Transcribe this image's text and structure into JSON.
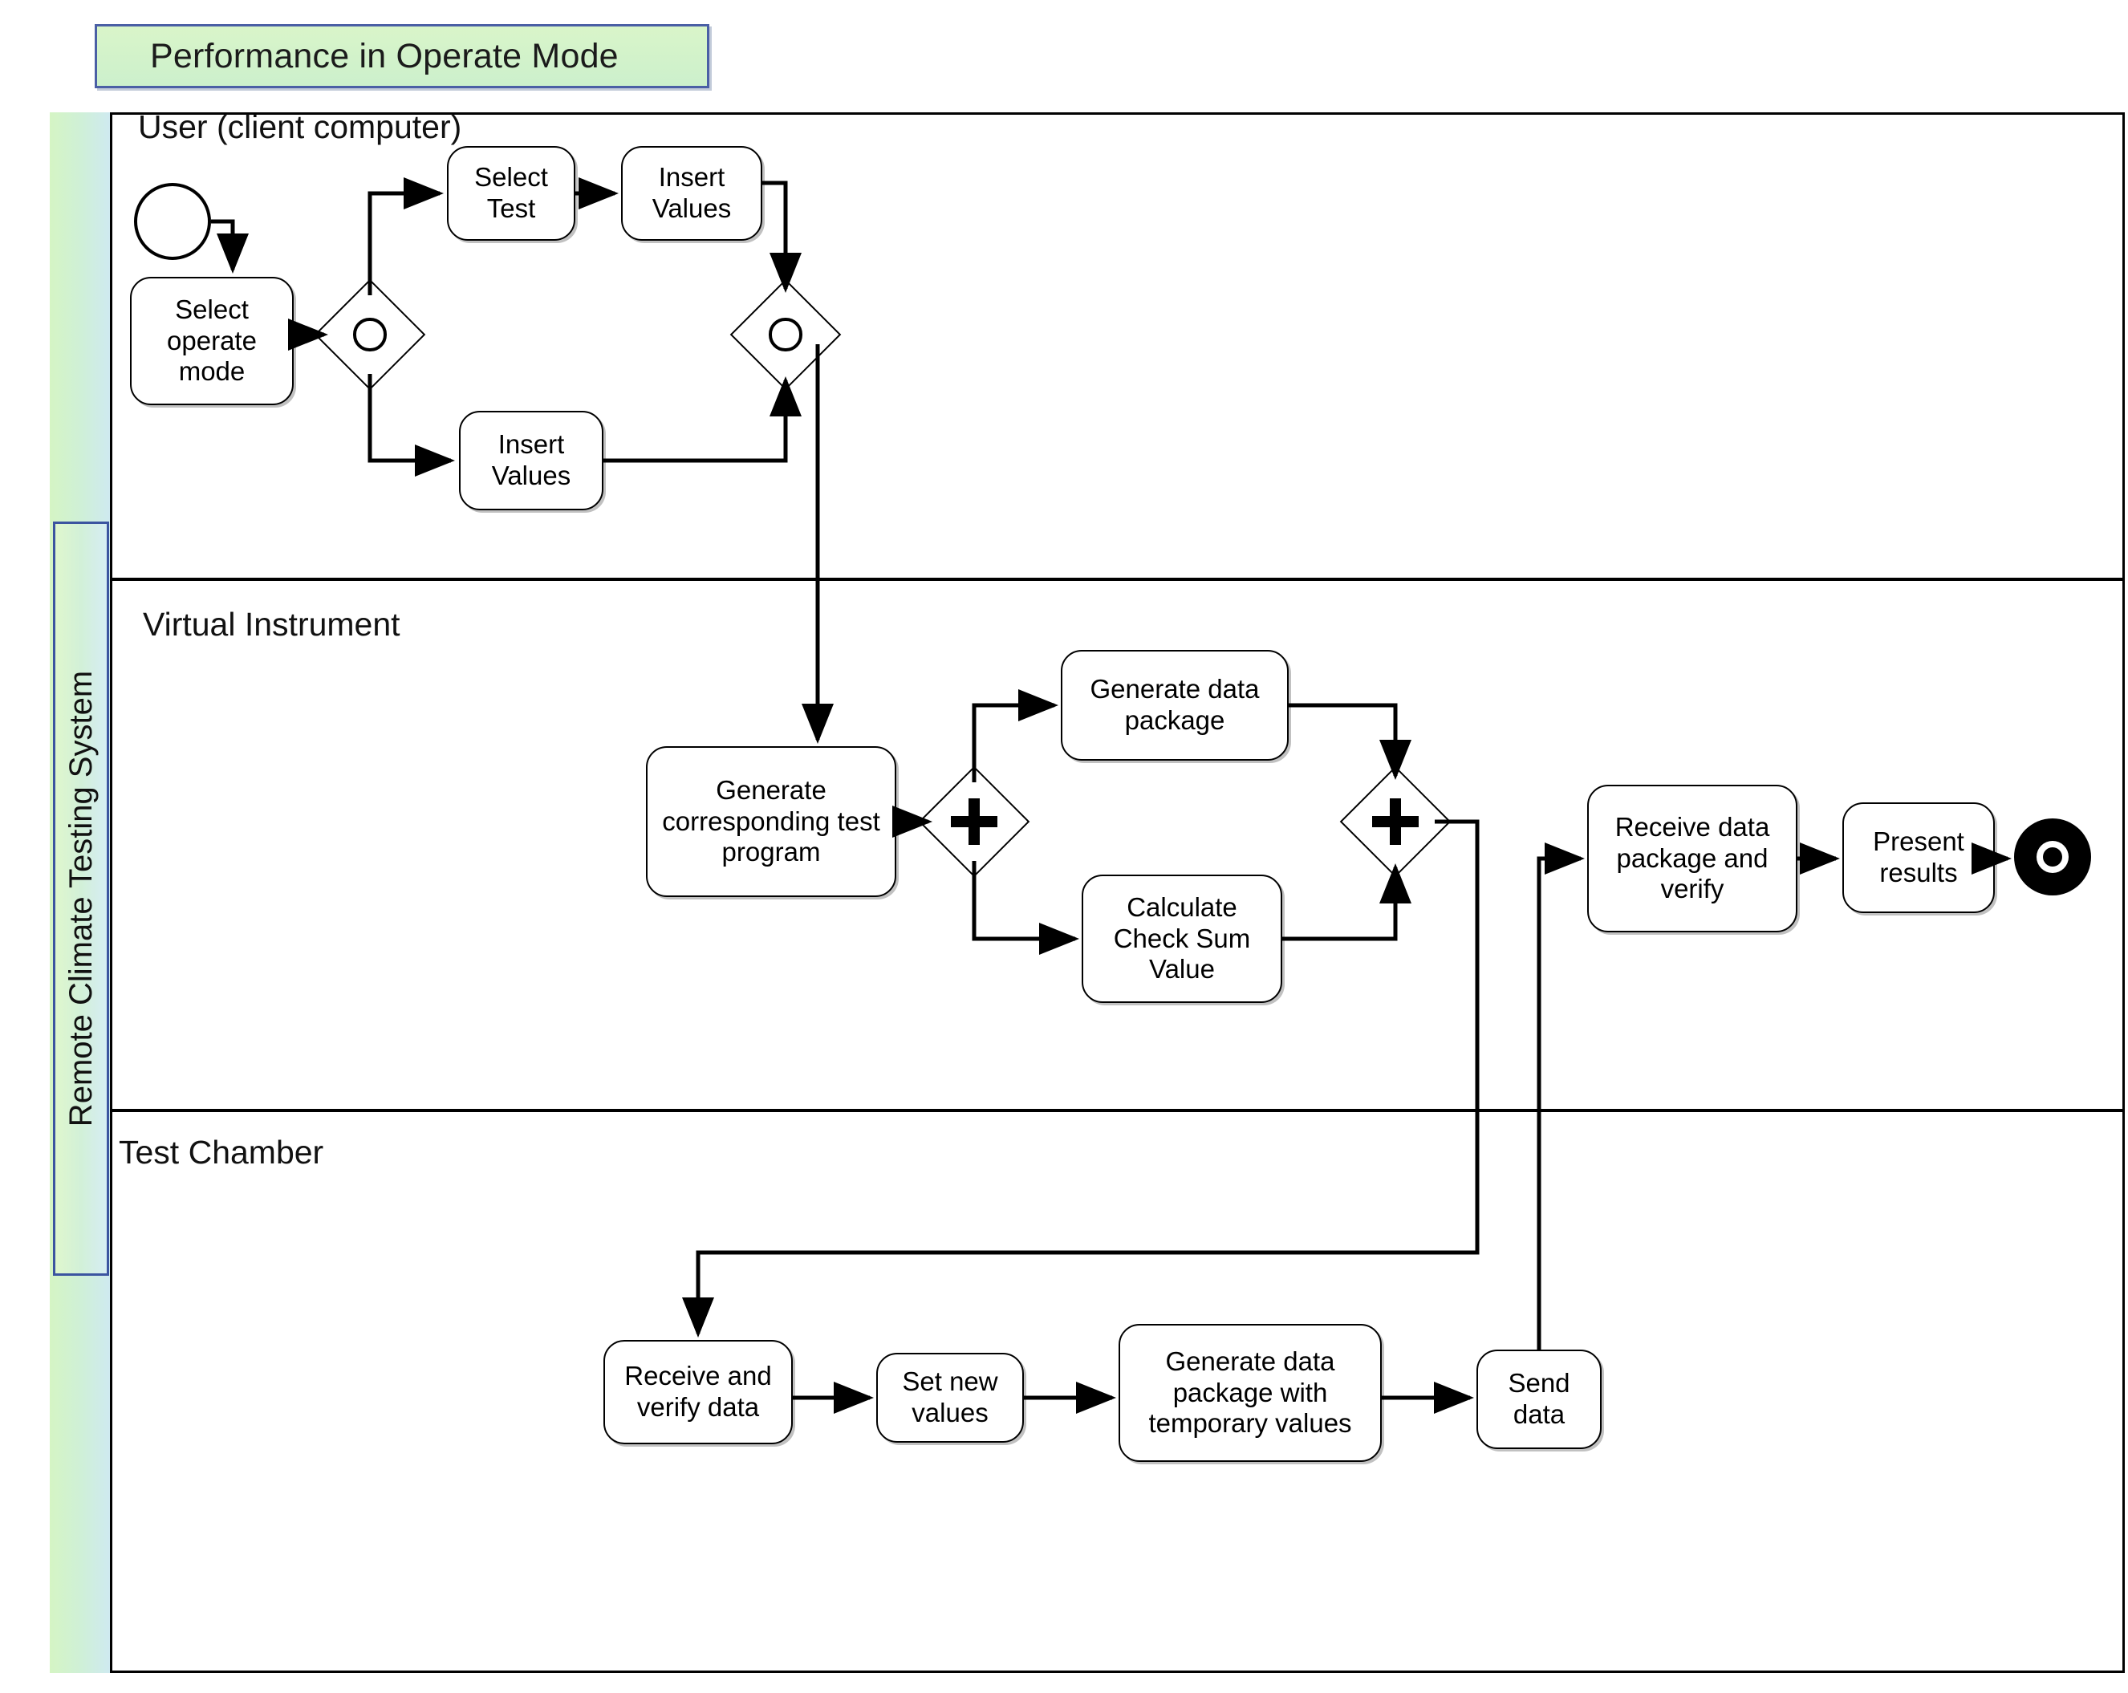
{
  "title": {
    "text": "Performance in Operate Mode"
  },
  "pool": {
    "label": "Remote Climate Testing System"
  },
  "lanes": [
    {
      "id": "user",
      "label": "User (client computer)"
    },
    {
      "id": "vi",
      "label": "Virtual Instrument"
    },
    {
      "id": "chamber",
      "label": "Test Chamber"
    }
  ],
  "events": {
    "start": {
      "name": "start-event",
      "label": ""
    },
    "end": {
      "name": "end-event",
      "label": ""
    }
  },
  "gateways": [
    {
      "id": "gw-split-user",
      "type": "or",
      "symbol": "circle",
      "lane": "user"
    },
    {
      "id": "gw-join-user",
      "type": "or",
      "symbol": "circle",
      "lane": "user"
    },
    {
      "id": "gw-split-vi",
      "type": "and",
      "symbol": "plus",
      "lane": "vi"
    },
    {
      "id": "gw-join-vi",
      "type": "and",
      "symbol": "plus",
      "lane": "vi"
    }
  ],
  "tasks": {
    "select_operate_mode": "Select operate mode",
    "select_test": "Select Test",
    "insert_values_top": "Insert Values",
    "insert_values_bottom": "Insert Values",
    "generate_test_program": "Generate corresponding test program",
    "generate_data_package": "Generate data package",
    "calculate_check_sum": "Calculate Check Sum Value",
    "receive_verify_package": "Receive data package and verify",
    "present_results": "Present results",
    "receive_verify_data": "Receive and verify data",
    "set_new_values": "Set new values",
    "generate_data_package_temp": "Generate data package with temporary values",
    "send_data": "Send data"
  },
  "colors": {
    "title_border": "#4a5fa5",
    "title_fill": "#d9f5c9",
    "pool_band": "#d5f5c4",
    "pool_label_border": "#3b54a0",
    "stroke": "#000000",
    "background": "#ffffff"
  }
}
